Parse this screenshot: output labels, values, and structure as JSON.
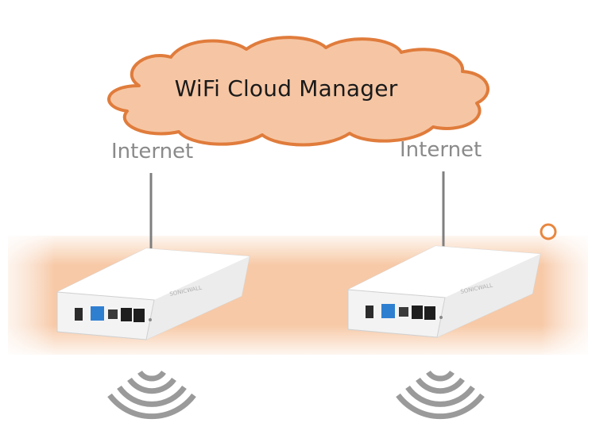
{
  "cloud": {
    "label": "WiFi Cloud Manager"
  },
  "connections": [
    {
      "label": "Internet"
    },
    {
      "label": "Internet"
    }
  ],
  "colors": {
    "cloud_fill": "#f6c6a4",
    "cloud_stroke": "#e07c3c",
    "band": "#f7c9a7",
    "line": "#7f7f7f",
    "accent_dot": "#e8873f",
    "device_body": "#f2f2f2",
    "port_blue": "#2f7fd1"
  },
  "icons": [
    "cloud-icon",
    "access-point-icon",
    "wifi-signal-icon"
  ]
}
